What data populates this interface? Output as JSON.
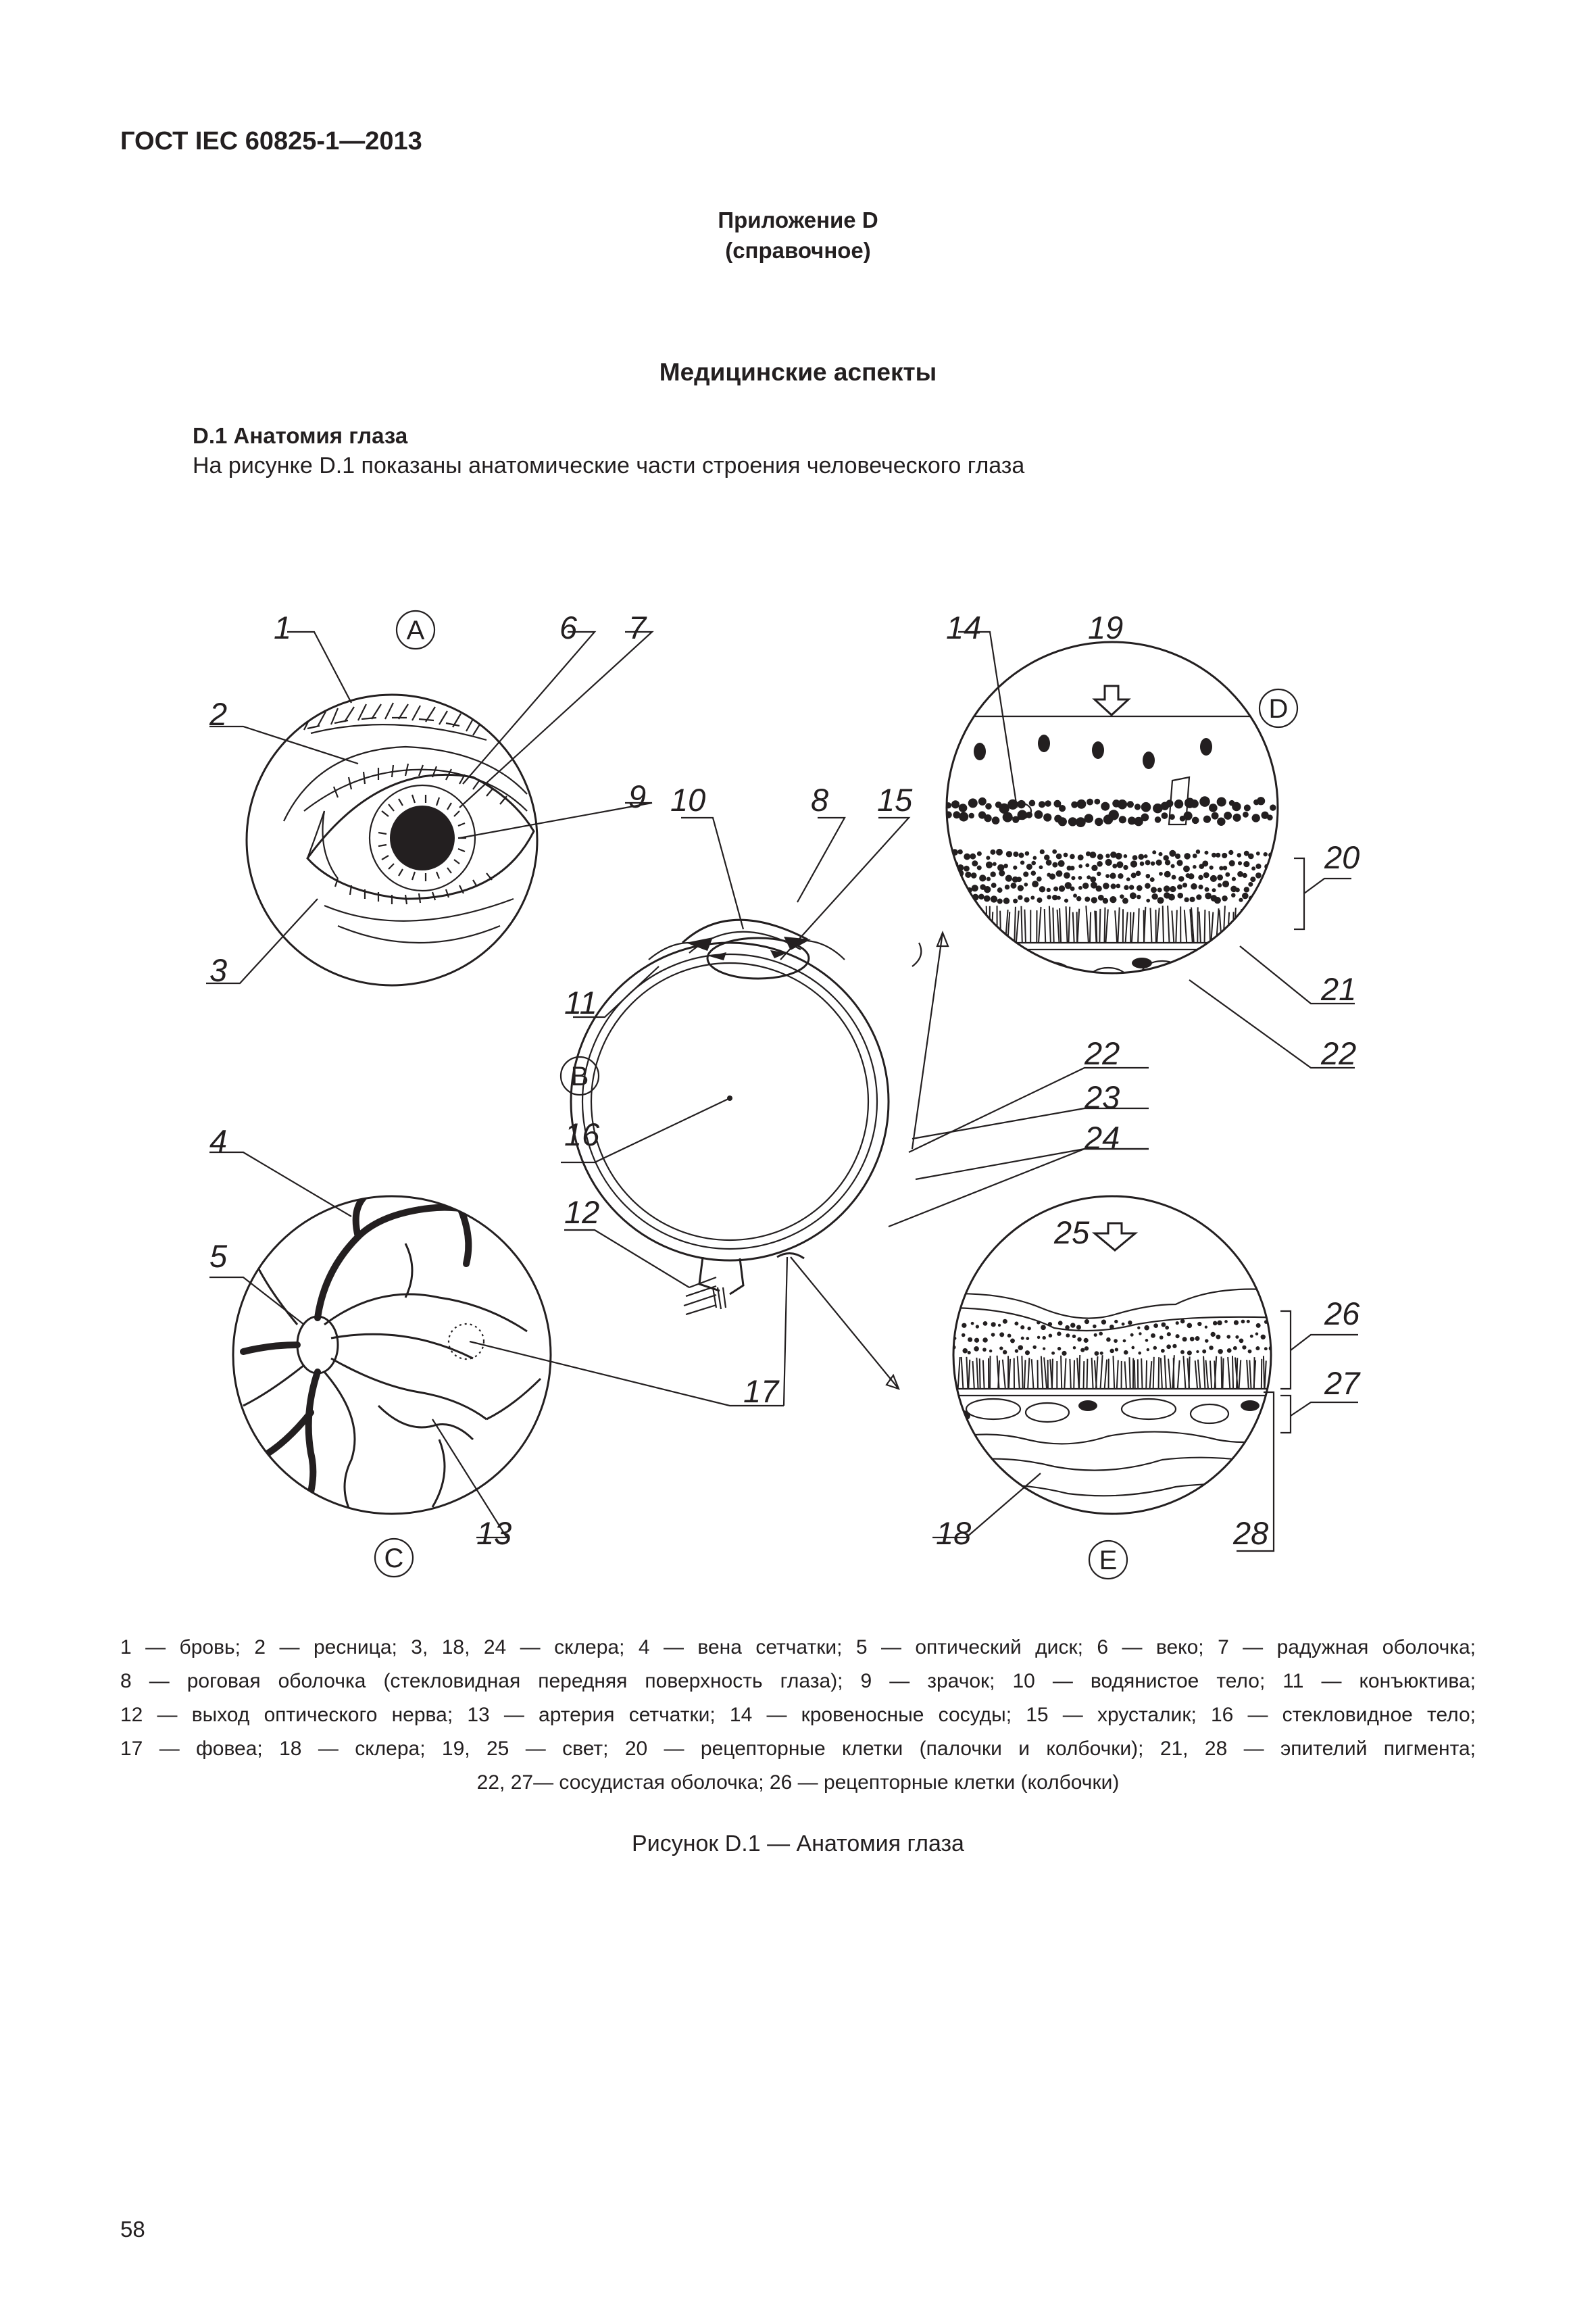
{
  "header": {
    "doc_id": "ГОСТ IEC 60825-1—2013"
  },
  "annex": {
    "title": "Приложение D",
    "note": "(справочное)"
  },
  "section_title": "Медицинские аспекты",
  "subsection": {
    "heading": "D.1 Анатомия глаза",
    "intro": "На рисунке D.1 показаны анатомические части строения человеческого глаза"
  },
  "figure": {
    "numbers": {
      "n1": "1",
      "n2": "2",
      "n3": "3",
      "n4": "4",
      "n5": "5",
      "n6": "6",
      "n7": "7",
      "n8": "8",
      "n9": "9",
      "n10": "10",
      "n11": "11",
      "n12": "12",
      "n13": "13",
      "n14": "14",
      "n15": "15",
      "n16": "16",
      "n17": "17",
      "n18": "18",
      "n19": "19",
      "n20": "20",
      "n21": "21",
      "n22a": "22",
      "n22b": "22",
      "n23": "23",
      "n24": "24",
      "n25": "25",
      "n26": "26",
      "n27": "27",
      "n28": "28"
    },
    "panels": {
      "A": "A",
      "B": "B",
      "C": "C",
      "D": "D",
      "E": "E"
    },
    "caption": "Рисунок D.1 — Анатомия глаза"
  },
  "legend": {
    "line1": "1 — бровь;  2 — ресница;  3, 18, 24 — склера;  4 — вена сетчатки; 5 — оптический диск;  6 — веко;  7 — радужная оболочка;",
    "line2": "8 — роговая оболочка (стекловидная передняя поверхность глаза); 9 — зрачок; 10 — водянистое тело; 11 — конъюктива;",
    "line3": "12 — выход оптического нерва; 13 — артерия сетчатки; 14 — кровеносные сосуды; 15 — хрусталик; 16 — стекловидное тело;",
    "line4": "17 — фовеа;  18 — склера;  19,  25 — свет;  20 — рецепторные клетки (палочки и колбочки);  21,  28 — эпителий пигмента;",
    "line5": "22, 27— сосудистая оболочка; 26 — рецепторные клетки (колбочки)"
  },
  "page_number": "58"
}
